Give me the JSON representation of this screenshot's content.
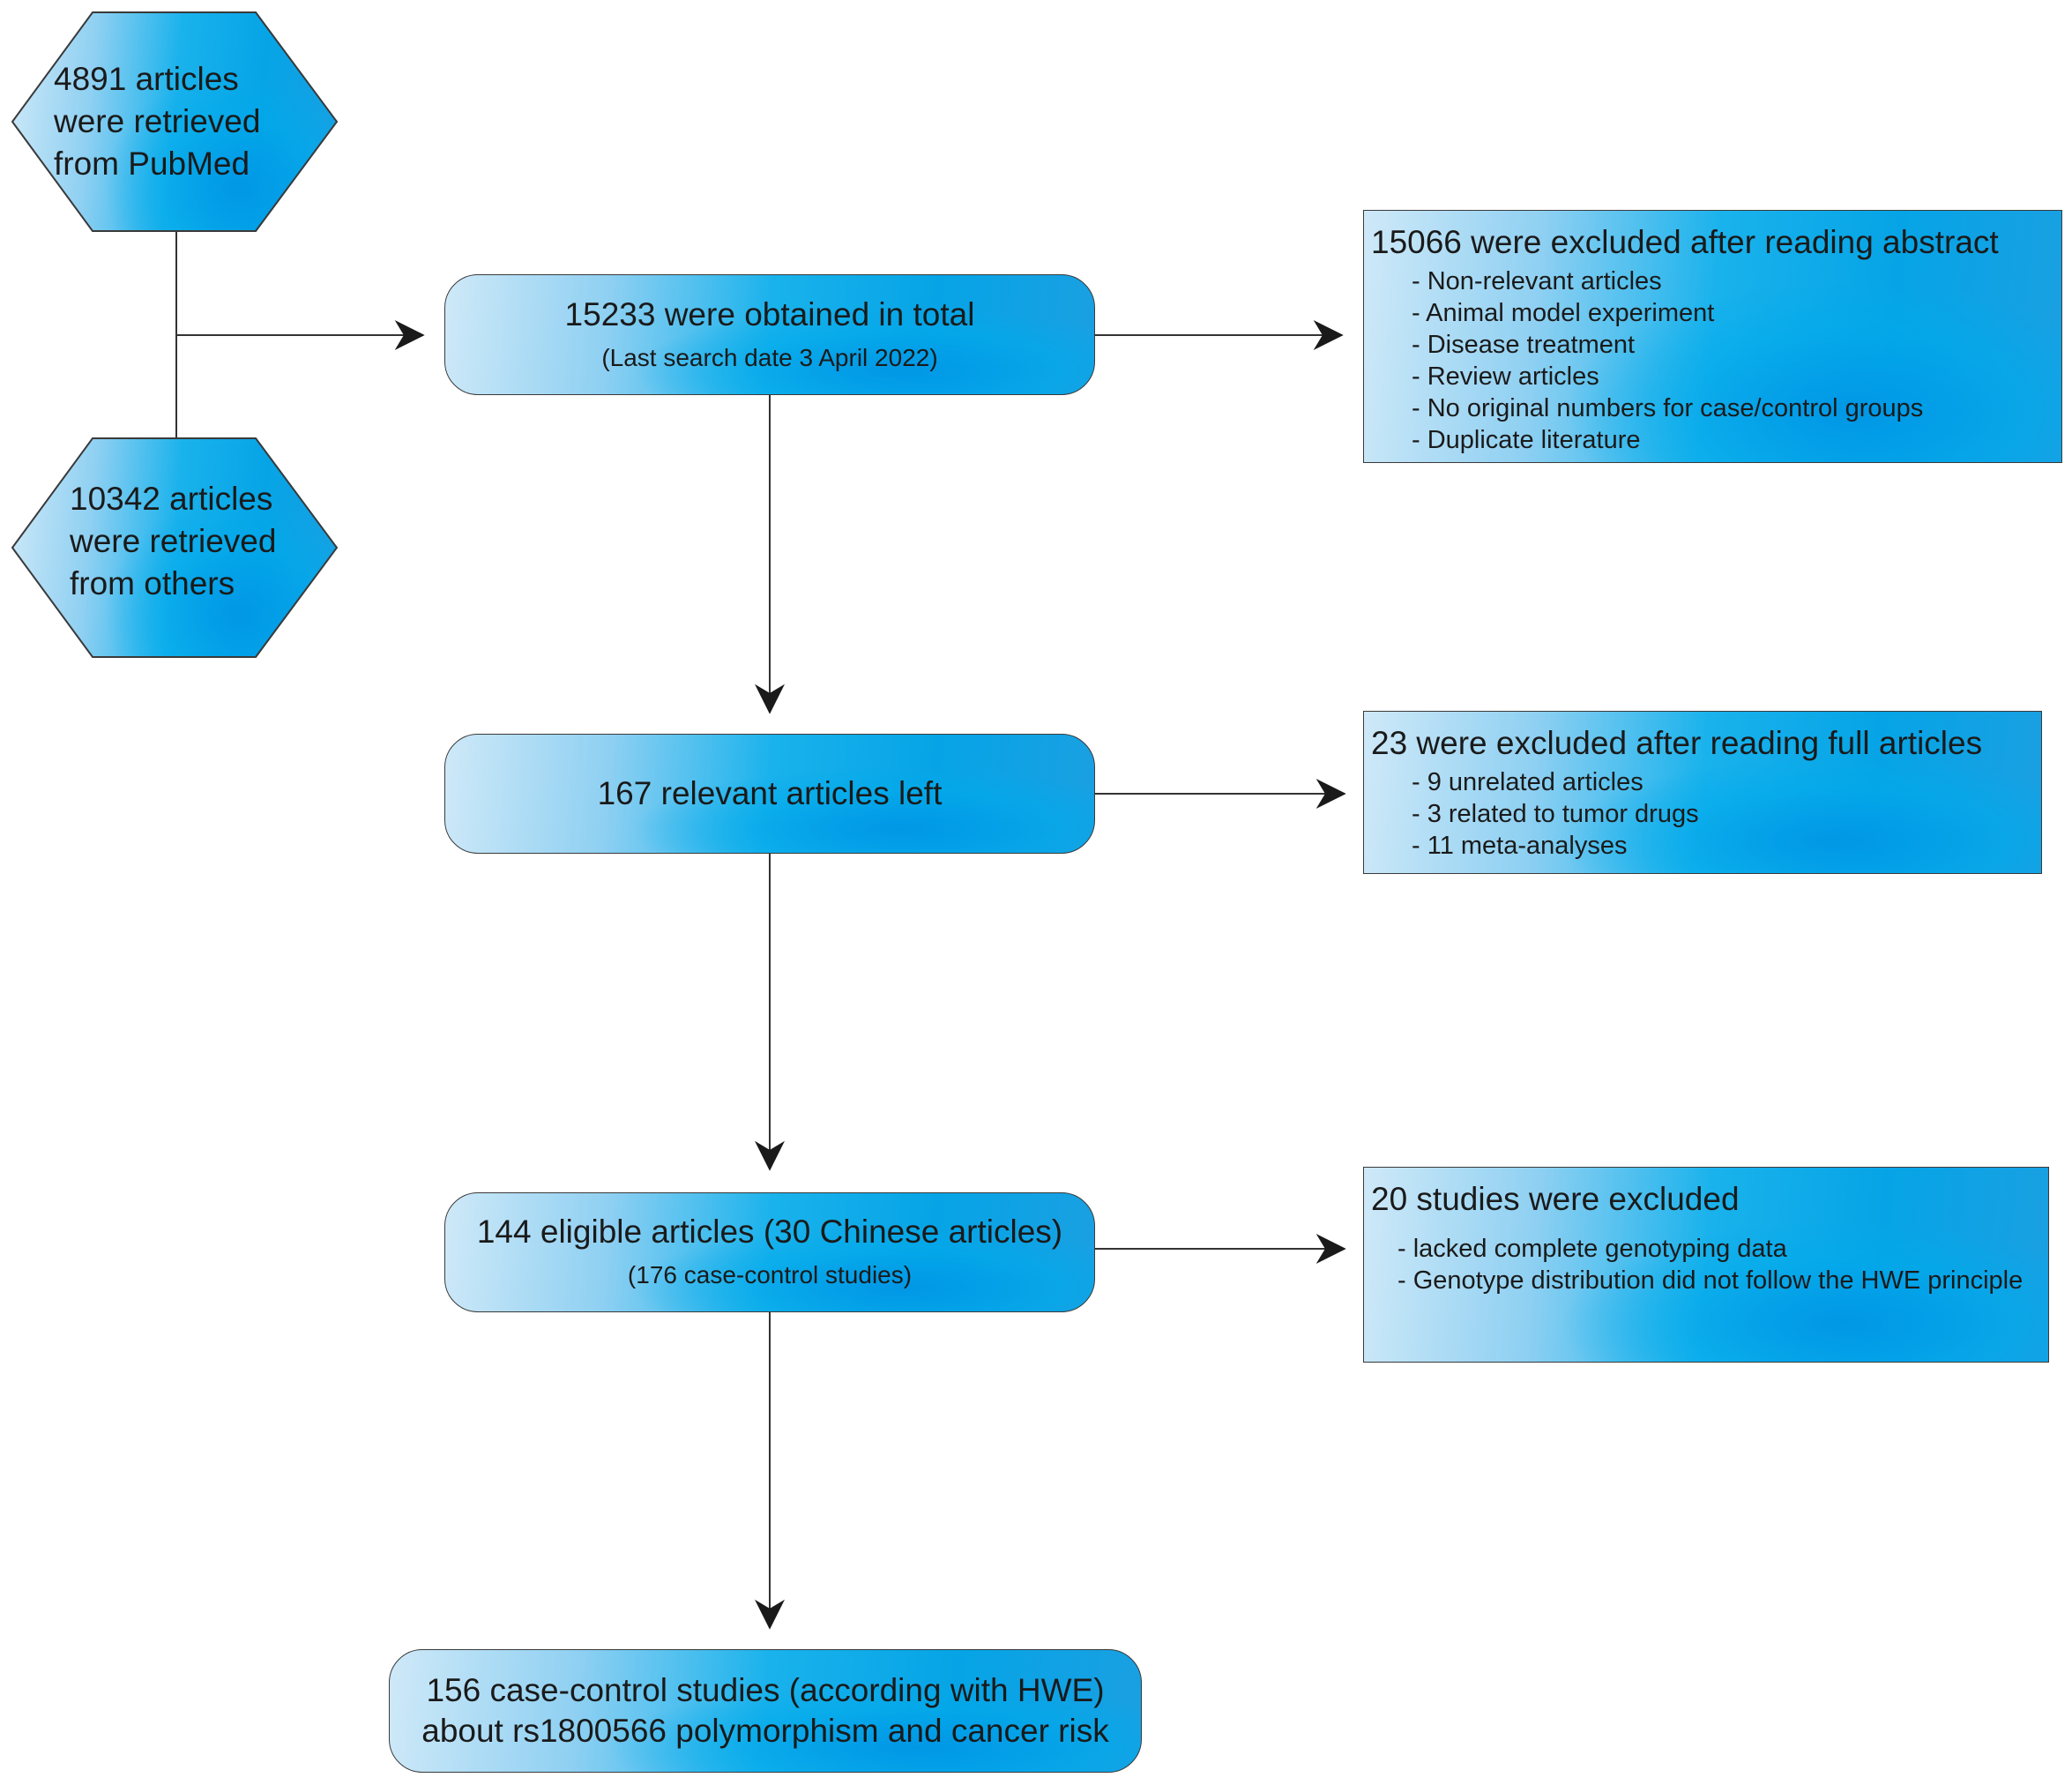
{
  "sources": [
    {
      "id": "pubmed",
      "lines": [
        "4891 articles",
        "were retrieved",
        "from PubMed"
      ]
    },
    {
      "id": "others",
      "lines": [
        "10342 articles",
        "were retrieved",
        "from others"
      ]
    }
  ],
  "flow": {
    "total": {
      "main": "15233 were obtained in total",
      "sub": "(Last search date 3 April 2022)"
    },
    "relevant": {
      "main": "167 relevant articles left"
    },
    "eligible": {
      "main": "144 eligible articles (30 Chinese articles)",
      "sub": "(176 case-control studies)"
    },
    "final": {
      "lines": [
        "156 case-control studies (according with HWE)",
        "about rs1800566 polymorphism and cancer risk"
      ]
    }
  },
  "exclusions": [
    {
      "title": "15066 were excluded after reading abstract",
      "items": [
        "- Non-relevant articles",
        "- Animal model experiment",
        "- Disease treatment",
        "- Review articles",
        "- No original numbers for case/control groups",
        "- Duplicate literature"
      ]
    },
    {
      "title": "23 were excluded after reading full articles",
      "items": [
        "- 9 unrelated articles",
        "- 3 related to tumor drugs",
        "- 11 meta-analyses"
      ]
    },
    {
      "title": "20 studies were excluded",
      "items": [
        "- lacked complete genotyping data",
        "- Genotype distribution did not follow the HWE principle"
      ]
    }
  ]
}
